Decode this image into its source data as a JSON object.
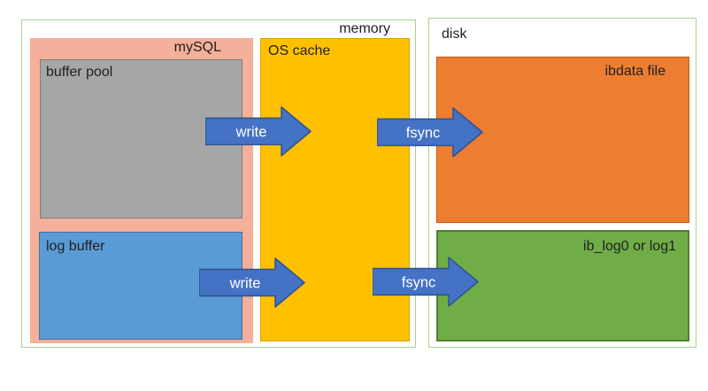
{
  "memory": {
    "label": "memory",
    "mysql": {
      "label": "mySQL",
      "buffer_pool": {
        "label": "buffer pool"
      },
      "log_buffer": {
        "label": "log buffer"
      }
    },
    "os_cache": {
      "label": "OS cache"
    }
  },
  "disk": {
    "label": "disk",
    "ibdata_file": {
      "label": "ibdata file"
    },
    "ib_log": {
      "label": "ib_log0 or log1"
    }
  },
  "arrows": {
    "write_top": {
      "label": "write"
    },
    "fsync_top": {
      "label": "fsync"
    },
    "write_bottom": {
      "label": "write"
    },
    "fsync_bottom": {
      "label": "fsync"
    }
  },
  "colors": {
    "outer_border": "#A9D18E",
    "mysql_fill": "#F4B09A",
    "buffer_pool_fill": "#A6A6A6",
    "buffer_pool_border": "#7F7F7F",
    "log_buffer_fill": "#5B9BD5",
    "log_buffer_border": "#41719C",
    "os_cache_fill": "#FFC000",
    "os_cache_border": "#D9A400",
    "ibdata_fill": "#ED7D31",
    "ibdata_border": "#C55A11",
    "iblog_fill": "#70AD47",
    "iblog_border": "#507E32",
    "arrow_fill": "#4472C4",
    "arrow_border": "#2F528F"
  }
}
